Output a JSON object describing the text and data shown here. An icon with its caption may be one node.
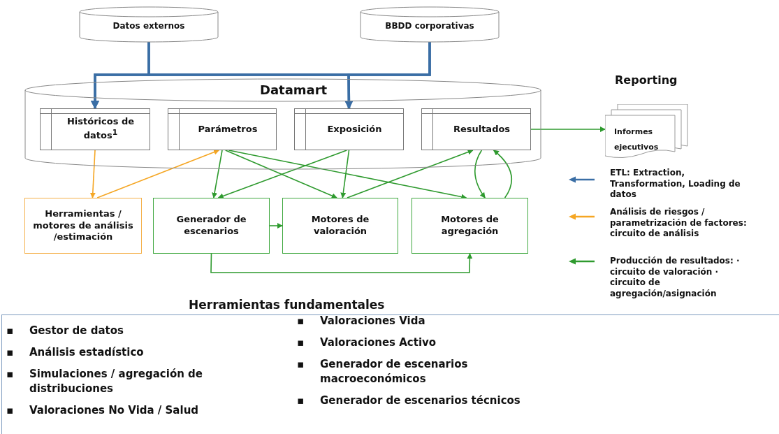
{
  "diagram": {
    "nodes": [
      {
        "text": [
          "Datos externos"
        ]
      },
      {
        "text": [
          "BBDD corporativas"
        ]
      },
      {
        "text": [
          "Datamart"
        ]
      },
      {
        "text": [
          "Históricos de datos$^{1}$"
        ],
        "in": 2
      },
      {
        "text": [
          "Parámetros"
        ],
        "in": 2
      },
      {
        "text": [
          "Exposición"
        ],
        "in": 2
      },
      {
        "text": [
          "Resultados"
        ],
        "in": 2
      },
      {
        "text": [
          "Reporting",
          "Informes ejecutivos"
        ]
      },
      {
        "text": [
          "Herramientas / motores de análisis /estimación"
        ]
      },
      {
        "text": [
          "Generador de escenarios"
        ]
      },
      {
        "text": [
          "Motores de valoración"
        ]
      },
      {
        "text": [
          "Motores de agregación"
        ]
      },
      {
        "text": [
          "Herramientas fundamentales",
          "Gestor de datos",
          "Análisis estadístico",
          "Simulaciones / agregación de distribuciones",
          "Valoraciones No Vida / Salud",
          "Valoraciones Vida",
          "Valoraciones Activo",
          "Generador de escenarios macroeconómicos",
          "Generador de escenarios técnicos"
        ]
      }
    ],
    "edges": [
      {
        "from": 0,
        "to": 3,
        "arrow": "to",
        "style": "thick",
        "color": "#3a6ea5"
      },
      {
        "from": 0,
        "to": 5,
        "arrow": "to",
        "style": "thick",
        "color": "#3a6ea5"
      },
      {
        "from": 1,
        "to": 3,
        "arrow": "to",
        "style": "thick",
        "color": "#3a6ea5"
      },
      {
        "from": 1,
        "to": 5,
        "arrow": "to",
        "style": "thick",
        "color": "#3a6ea5"
      },
      {
        "from": 3,
        "to": 8,
        "arrow": "to",
        "color": "#f5a623"
      },
      {
        "from": 8,
        "to": 4,
        "arrow": "to",
        "color": "#f5a623"
      },
      {
        "from": 4,
        "to": 9,
        "arrow": "to"
      },
      {
        "from": 4,
        "to": 10,
        "arrow": "to"
      },
      {
        "from": 4,
        "to": 11,
        "arrow": "to"
      },
      {
        "from": 5,
        "to": 9,
        "arrow": "to"
      },
      {
        "from": 5,
        "to": 10,
        "arrow": "to"
      },
      {
        "from": 10,
        "to": 6,
        "arrow": "to"
      },
      {
        "from": 6,
        "to": 11,
        "arrow": "to"
      },
      {
        "from": 11,
        "to": 6,
        "arrow": "to"
      },
      {
        "from": 9,
        "to": 10,
        "arrow": "to"
      },
      {
        "from": 9,
        "to": 11,
        "arrow": "to"
      },
      {
        "from": 6,
        "to": 7,
        "arrow": "to"
      }
    ],
    "labels": [
      "▪",
      "▪",
      "▪",
      "▪",
      "▪",
      "▪",
      "▪",
      "▪"
    ],
    "legend": [
      {
        "text": "ETL: Extraction, Transformation, Loading de datos"
      },
      {
        "text": "Análisis de riesgos / parametrización de factores: circuito de análisis"
      },
      {
        "text": "Producción de resultados: · circuito de valoración · circuito de agregación/asignación"
      }
    ]
  }
}
